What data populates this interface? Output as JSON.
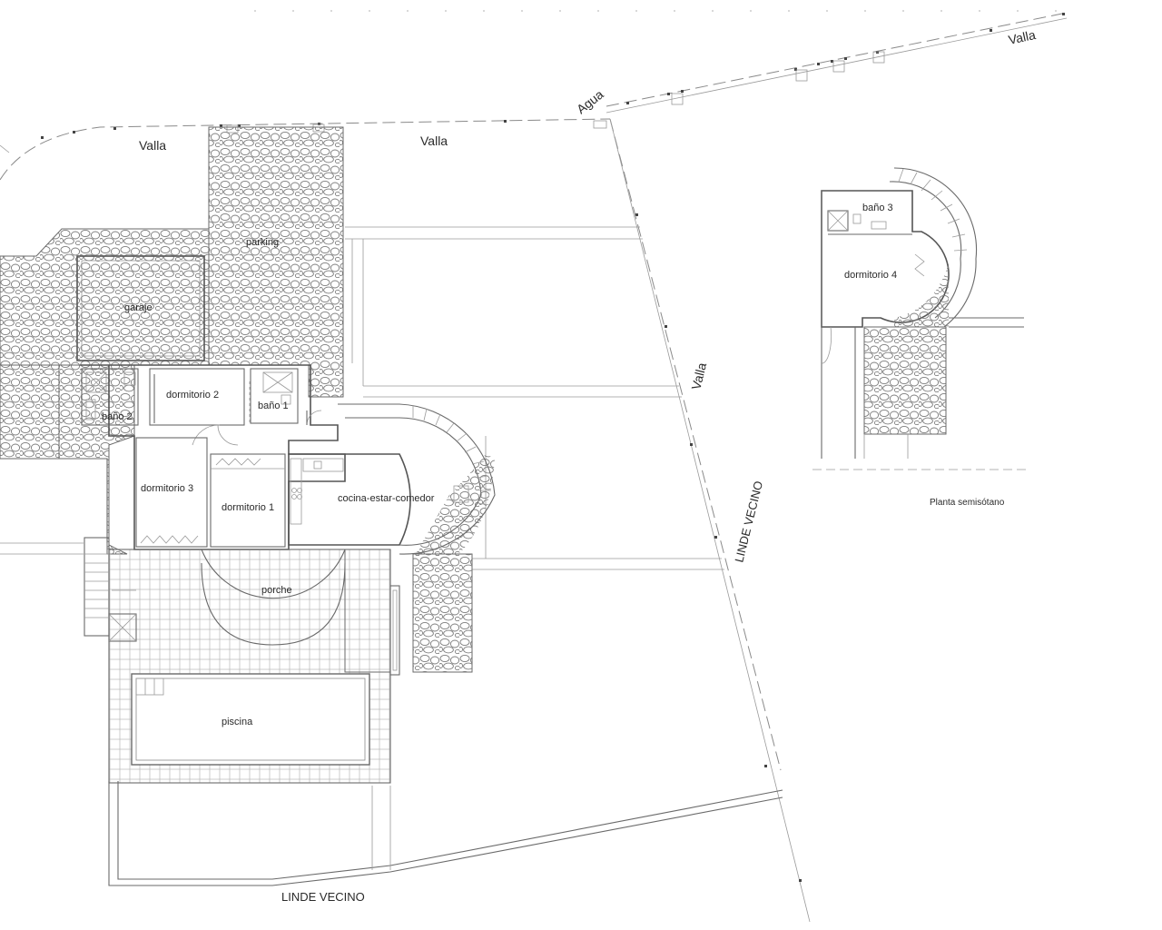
{
  "labels": {
    "valla_left": "Valla",
    "valla_center": "Valla",
    "valla_top_right": "Valla",
    "valla_diag": "Valla",
    "agua": "Agua",
    "linde_vecino_diag": "LINDE VECINO",
    "linde_vecino_bottom": "LINDE VECINO",
    "planta_semisotano": "Planta semisótano"
  },
  "rooms": {
    "parking": "parking",
    "garaje": "garaje",
    "dormitorio_2": "dormitorio 2",
    "bano_1": "baño 1",
    "bano_2": "baño 2",
    "dormitorio_3": "dormitorio 3",
    "dormitorio_1": "dormitorio 1",
    "cocina": "cocina-estar-comedor",
    "porche": "porche",
    "piscina": "piscina",
    "bano_3": "baño 3",
    "dormitorio_4": "dormitorio 4"
  },
  "colors": {
    "line": "#6a6a6a",
    "text": "#2a2a2a",
    "stone": "#7d7d7d",
    "background": "#ffffff"
  }
}
